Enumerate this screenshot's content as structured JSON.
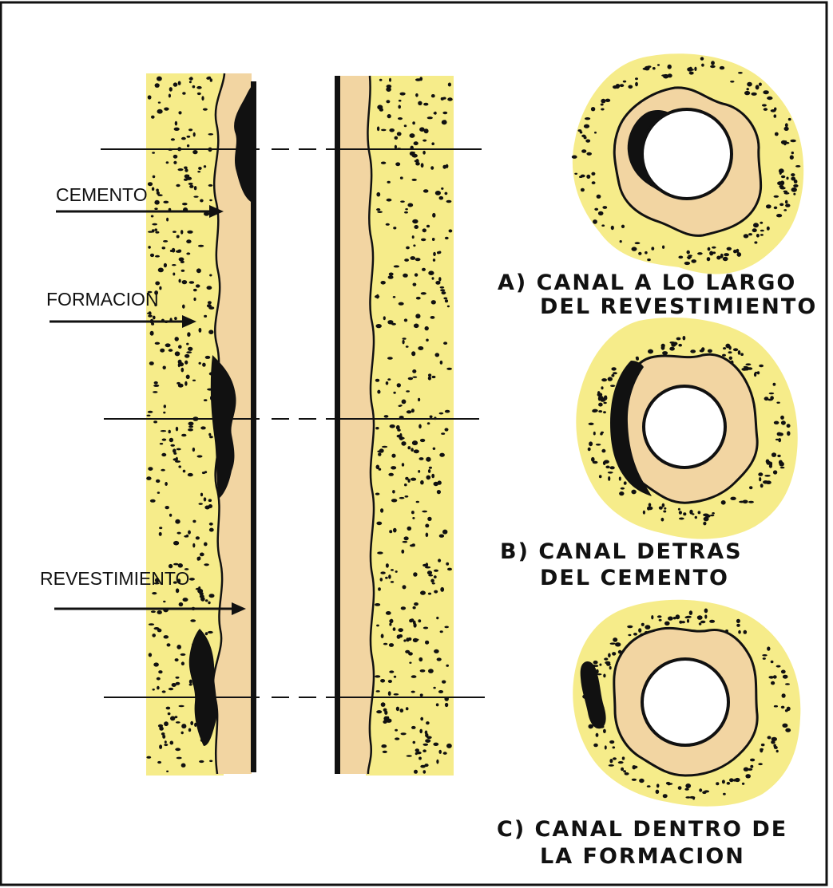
{
  "labels": {
    "cemento": "CEMENTO",
    "formacion": "FORMACION",
    "revestimiento": "REVESTIMIENTO"
  },
  "captions": [
    {
      "line1": "A)  CANAL  A  LO  LARGO",
      "line2": "DEL  REVESTIMIENTO"
    },
    {
      "line1": "B)  CANAL  DETRAS",
      "line2": "DEL  CEMENTO"
    },
    {
      "line1": "C)  CANAL  DENTRO  DE",
      "line2": "LA  FORMACION"
    }
  ],
  "colors": {
    "formation": "#f6ec8a",
    "cement": "#f2d5a2",
    "ink": "#111111",
    "background": "#ffffff"
  }
}
